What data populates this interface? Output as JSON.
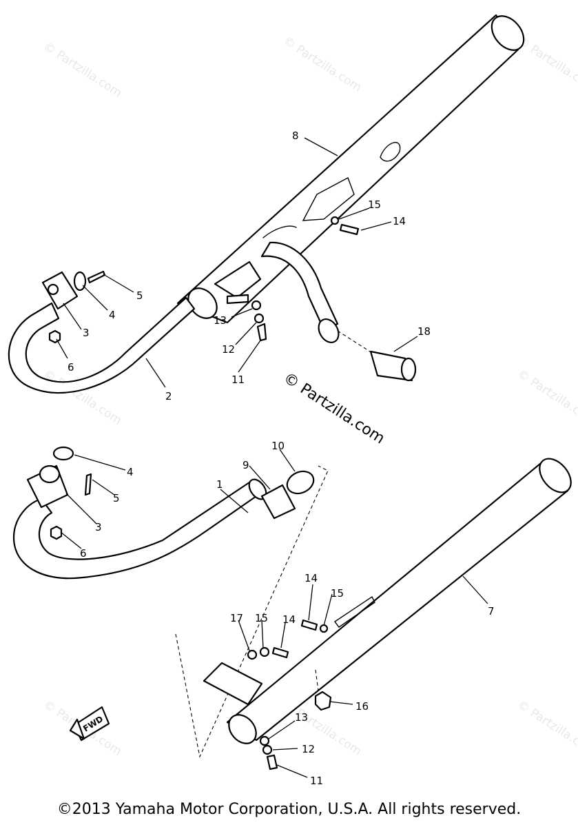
{
  "watermark": "© Partzilla.com",
  "center_watermark": "© Partzilla.com",
  "fwd_label": "FWD",
  "callouts": {
    "upper": {
      "c8": "8",
      "c15": "15",
      "c14": "14",
      "c5": "5",
      "c4": "4",
      "c3": "3",
      "c6": "6",
      "c2": "2",
      "c13": "13",
      "c12": "12",
      "c11": "11",
      "c18": "18"
    },
    "lower": {
      "c4": "4",
      "c5": "5",
      "c3": "3",
      "c6": "6",
      "c1": "1",
      "c9": "9",
      "c10": "10",
      "c7": "7",
      "c14a": "14",
      "c15a": "15",
      "c17": "17",
      "c15b": "15",
      "c14b": "14",
      "c16": "16",
      "c13": "13",
      "c12": "12",
      "c11": "11"
    }
  },
  "footer": "©2013 Yamaha Motor Corporation, U.S.A. All rights reserved."
}
